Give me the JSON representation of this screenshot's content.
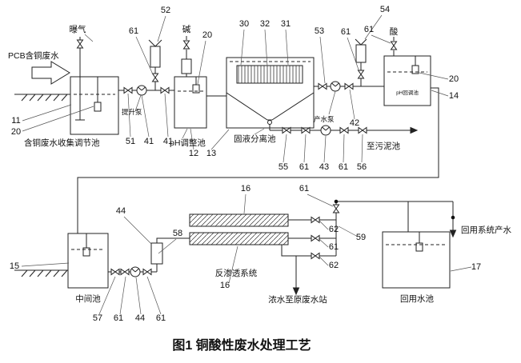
{
  "caption": "图1  铜酸性废水处理工艺",
  "labels": {
    "feed_water": "PCB含铜废水",
    "aeration": "曝气",
    "alkali": "碱",
    "acid": "酸",
    "collection_tank": "含铜废水收集调节池",
    "lift_pump": "提升泵",
    "ph_adjust_tank": "pH调整池",
    "separation_tank": "固液分离池",
    "product_pump": "产水泵",
    "to_sludge_tank": "至污泥池",
    "ph_readjust_tank": "pH回调池",
    "intermediate_tank": "中间池",
    "ro_system": "反渗透系统",
    "reuse_tank": "回用水池",
    "reuse_system_product": "回用系统产水",
    "concentrate_to_station": "浓水至原废水站"
  },
  "numbers": {
    "11": "11",
    "12": "12",
    "13": "13",
    "14": "14",
    "15": "15",
    "16": "16",
    "17": "17",
    "20": "20",
    "30": "30",
    "31": "31",
    "32": "32",
    "41": "41",
    "42": "42",
    "43": "43",
    "44": "44",
    "51": "51",
    "52": "52",
    "53": "53",
    "54": "54",
    "55": "55",
    "56": "56",
    "57": "57",
    "58": "58",
    "59": "59",
    "61": "61",
    "62": "62"
  }
}
